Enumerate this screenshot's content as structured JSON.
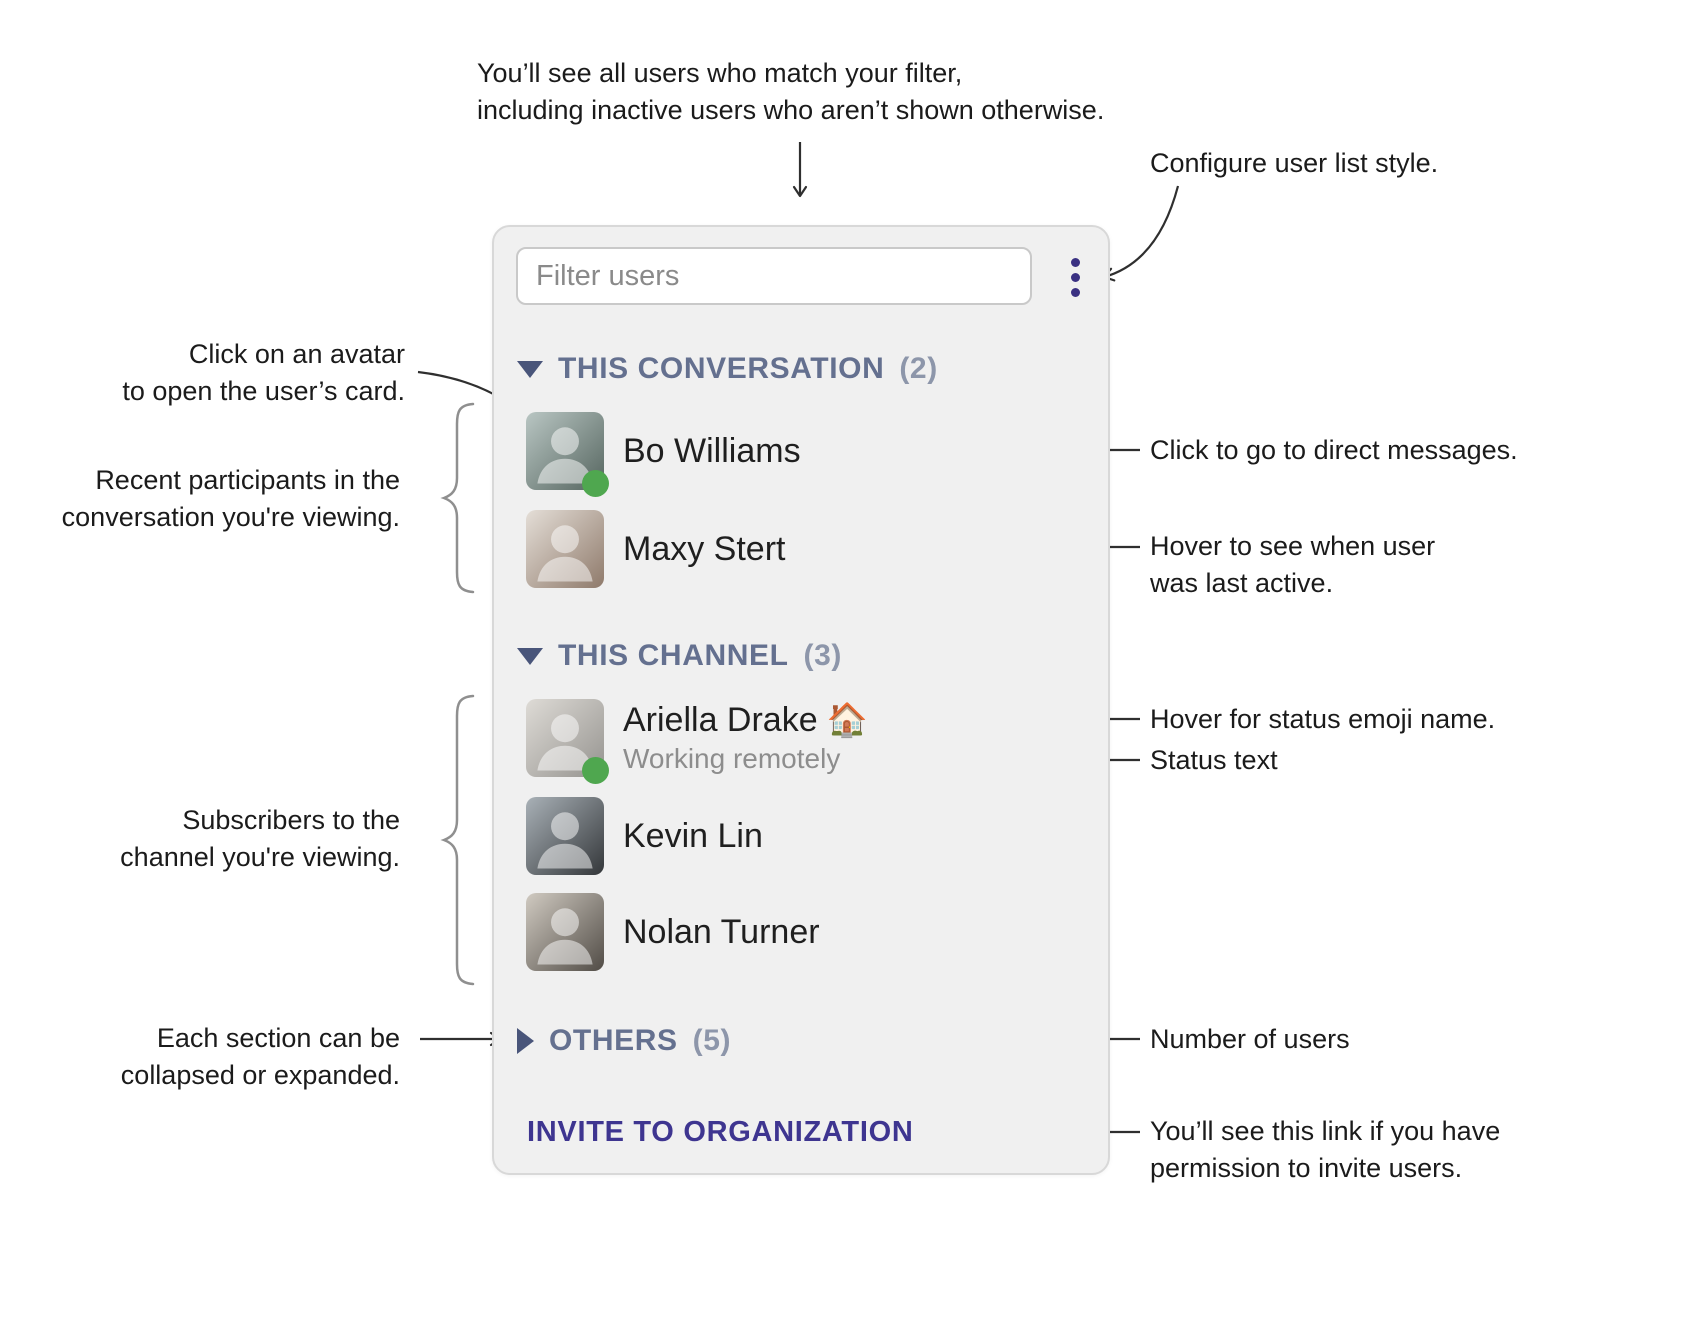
{
  "annotations": {
    "top_line1": "You’ll see all users who match your filter,",
    "top_line2": "including inactive users who aren’t shown otherwise.",
    "configure": "Configure user list style.",
    "avatar_line1": "Click on an avatar",
    "avatar_line2": "to open the user’s card.",
    "recent_line1": "Recent participants in the",
    "recent_line2": "conversation you're viewing.",
    "dm": "Click to go to direct messages.",
    "last_active_line1": "Hover to see when user",
    "last_active_line2": "was last active.",
    "status_emoji_note": "Hover for status emoji name.",
    "status_text_note": "Status text",
    "subscribers_line1": "Subscribers to the",
    "subscribers_line2": "channel you're viewing.",
    "collapse_line1": "Each section can be",
    "collapse_line2": "collapsed or expanded.",
    "user_count_note": "Number of users",
    "invite_line1": "You’ll see this link if you have",
    "invite_line2": "permission to invite users."
  },
  "panel": {
    "filter_placeholder": "Filter users",
    "menu_icon": "kebab-menu-icon",
    "sections": [
      {
        "title": "THIS CONVERSATION",
        "count": "(2)",
        "state": "expanded",
        "users": [
          {
            "name": "Bo Williams",
            "presence": "online"
          },
          {
            "name": "Maxy Stert",
            "presence": "none"
          }
        ]
      },
      {
        "title": "THIS CHANNEL",
        "count": "(3)",
        "state": "expanded",
        "users": [
          {
            "name": "Ariella Drake",
            "status_emoji": "🏠",
            "status_text": "Working remotely",
            "presence": "online"
          },
          {
            "name": "Kevin Lin",
            "presence": "none"
          },
          {
            "name": "Nolan Turner",
            "presence": "none"
          }
        ]
      },
      {
        "title": "OTHERS",
        "count": "(5)",
        "state": "collapsed",
        "users": []
      }
    ],
    "invite_link": "INVITE TO ORGANIZATION"
  },
  "colors": {
    "accent_indigo": "#3e3590",
    "section_header": "#64708f",
    "section_count": "#8d96aa",
    "presence_green": "#4fa74f",
    "panel_bg": "#f0f0f0",
    "annotation_text": "#1b1b1b"
  }
}
